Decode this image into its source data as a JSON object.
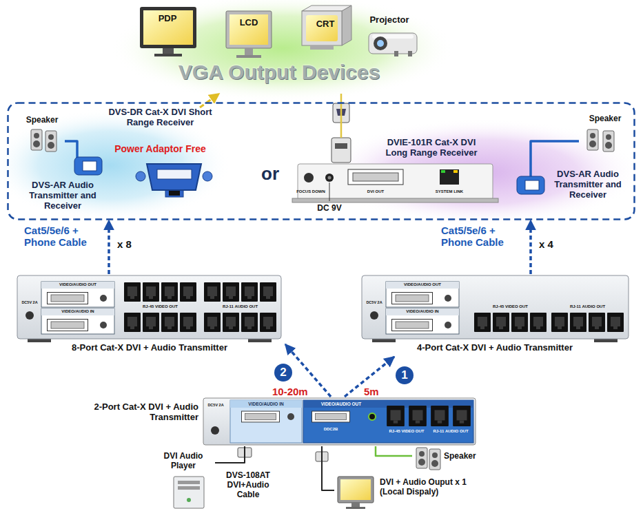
{
  "diagram": {
    "nodes": [
      {
        "text": [
          "PDP",
          "LCD",
          "CRT",
          "Projector",
          "VGA Output Devices"
        ]
      },
      {
        "text": [
          "or"
        ]
      },
      {
        "text": [
          "Speaker"
        ],
        "in": 1
      },
      {
        "text": [
          "DVS-AR Audio Transmitter and Receiver"
        ],
        "in": 1
      },
      {
        "text": [
          "DVS-DR Cat-X DVI Short Range Receiver",
          "Power Adaptor Free"
        ],
        "in": 1
      },
      {
        "text": [
          "DVIE-101R Cat-X DVI Long Range Receiver",
          "FOCUS DOWN",
          "DVI OUT",
          "SYSTEM LINK",
          "DC 9V"
        ],
        "in": 1
      },
      {
        "text": [
          "DVS-AR Audio Transmitter and Receiver"
        ],
        "in": 1
      },
      {
        "text": [
          "Speaker"
        ],
        "in": 1
      },
      {
        "text": [
          "8-Port Cat-X DVI + Audio Transmitter",
          "DC5V 2A",
          "VIDEO/AUDIO OUT",
          "VIDEO/AUDIO IN",
          "RJ-45 VIDEO OUT",
          "RJ-11 AUDIO OUT"
        ]
      },
      {
        "text": [
          "4-Port Cat-X DVI + Audio Transmitter",
          "DC5V 2A",
          "VIDEO/AUDIO OUT",
          "VIDEO/AUDIO IN",
          "RJ-45 VIDEO OUT",
          "RJ-11 AUDIO OUT"
        ]
      },
      {
        "text": [
          "2-Port Cat-X DVI + Audio Transmitter",
          "DC5V 2A",
          "VIDEO/AUDIO IN",
          "VIDEO/AUDIO OUT",
          "DDC2B",
          "RJ-45 VIDEO OUT",
          "RJ-11 AUDIO OUT"
        ]
      },
      {
        "text": [
          "DVI Audio Player"
        ]
      },
      {
        "text": [
          "DVI + Audio Ouput x 1 (Local Dispaly)"
        ]
      },
      {
        "text": [
          "Speaker"
        ]
      }
    ],
    "edges": [
      {
        "from": 4,
        "to": 0,
        "arrow": "to"
      },
      {
        "from": 5,
        "to": 0,
        "arrow": "none"
      },
      {
        "from": 3,
        "to": 2,
        "arrow": "none"
      },
      {
        "from": 6,
        "to": 7,
        "arrow": "none"
      },
      {
        "from": 8,
        "to": 1,
        "arrow": "to",
        "label": "Cat5/5e/6 + Phone Cable"
      },
      {
        "from": 9,
        "to": 1,
        "arrow": "to",
        "label": "Cat5/5e/6 + Phone Cable"
      },
      {
        "from": 10,
        "to": 8,
        "arrow": "to",
        "label": "10-20m"
      },
      {
        "from": 10,
        "to": 9,
        "arrow": "to",
        "label": "5m"
      },
      {
        "from": 11,
        "to": 10,
        "arrow": "none",
        "label": "DVS-108AT DVI+Audio Cable"
      },
      {
        "from": 12,
        "to": 10,
        "arrow": "none"
      },
      {
        "from": 13,
        "to": 10,
        "arrow": "none"
      }
    ],
    "labels": [
      "x 8",
      "x 4",
      "2",
      "1"
    ]
  }
}
